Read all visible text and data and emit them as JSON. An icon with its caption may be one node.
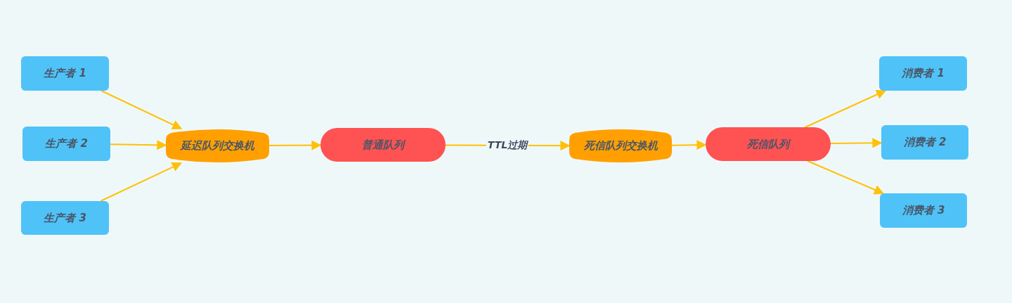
{
  "diagram": {
    "nodes": [
      {
        "text": [
          "生产者 1"
        ]
      },
      {
        "text": [
          "生产者 2"
        ]
      },
      {
        "text": [
          "生产者 3"
        ]
      },
      {
        "text": [
          "延迟队列交换机"
        ]
      },
      {
        "text": [
          "普通队列"
        ]
      },
      {
        "text": [
          "死信队列交换机"
        ]
      },
      {
        "text": [
          "死信队列"
        ]
      },
      {
        "text": [
          "消费者 1"
        ]
      },
      {
        "text": [
          "消费者 2"
        ]
      },
      {
        "text": [
          "消费者 3"
        ]
      }
    ],
    "edges": [
      {
        "from": 0,
        "to": 3,
        "arrow": "to"
      },
      {
        "from": 1,
        "to": 3,
        "arrow": "to"
      },
      {
        "from": 2,
        "to": 3,
        "arrow": "to"
      },
      {
        "from": 3,
        "to": 4,
        "arrow": "to"
      },
      {
        "from": 4,
        "to": 5,
        "arrow": "to",
        "label": "TTL过期"
      },
      {
        "from": 5,
        "to": 6,
        "arrow": "to"
      },
      {
        "from": 6,
        "to": 7,
        "arrow": "to"
      },
      {
        "from": 6,
        "to": 8,
        "arrow": "to"
      },
      {
        "from": 6,
        "to": 9,
        "arrow": "to"
      }
    ]
  }
}
